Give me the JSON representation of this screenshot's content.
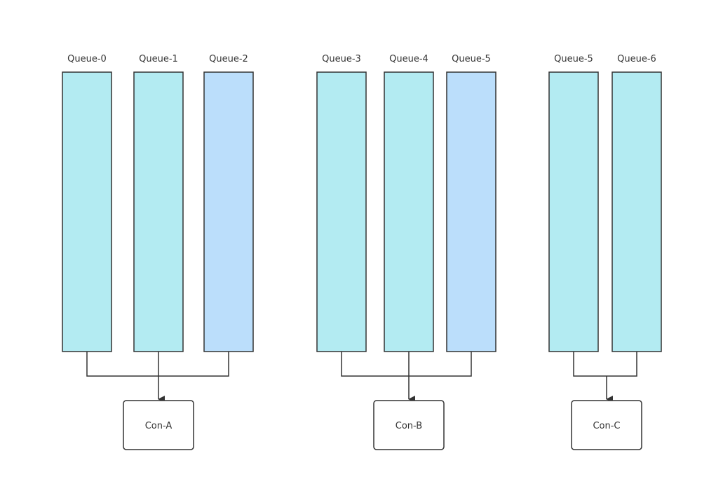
{
  "queues": [
    {
      "label": "Queue-0",
      "fill": "#b3ebf2"
    },
    {
      "label": "Queue-1",
      "fill": "#b3ebf2"
    },
    {
      "label": "Queue-2",
      "fill": "#bbdefb"
    },
    {
      "label": "Queue-3",
      "fill": "#b3ebf2"
    },
    {
      "label": "Queue-4",
      "fill": "#b3ebf2"
    },
    {
      "label": "Queue-5",
      "fill": "#bbdefb"
    },
    {
      "label": "Queue-5",
      "fill": "#b3ebf2"
    },
    {
      "label": "Queue-6",
      "fill": "#b3ebf2"
    }
  ],
  "consumers": [
    {
      "label": "Con-A"
    },
    {
      "label": "Con-B"
    },
    {
      "label": "Con-C"
    }
  ],
  "colors": {
    "stroke": "#333333",
    "queue_primary": "#b3ebf2",
    "queue_secondary": "#bbdefb",
    "consumer_fill": "#ffffff",
    "background": "#ffffff"
  }
}
